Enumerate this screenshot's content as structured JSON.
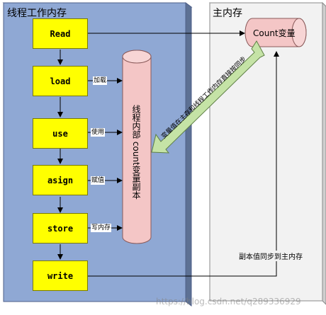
{
  "thread_panel": {
    "title": "线程工作内存"
  },
  "main_panel": {
    "title": "主内存"
  },
  "main_variable": {
    "label": "Count变量"
  },
  "thread_copy": {
    "label": "线程内部 count变量副本"
  },
  "steps": [
    {
      "label": "Read",
      "side_label": ""
    },
    {
      "label": "load",
      "side_label": "加载"
    },
    {
      "label": "use",
      "side_label": "使用"
    },
    {
      "label": "asign",
      "side_label": "赋值"
    },
    {
      "label": "store",
      "side_label": "写内存"
    },
    {
      "label": "write",
      "side_label": ""
    }
  ],
  "sync_arrow": {
    "label": "变量值在主存和线程工作内存直接按同步"
  },
  "sync_back": {
    "label": "副本值同步到主内存"
  },
  "watermark": {
    "text": "https://blog.csdn.net/q289336929"
  },
  "colors": {
    "thread_panel": "#8fa8d4",
    "main_panel": "#f2f2f2",
    "step_box": "#ffff00",
    "cylinder": "#f4c6c6",
    "sync_arrow": "#c5e3a6"
  }
}
